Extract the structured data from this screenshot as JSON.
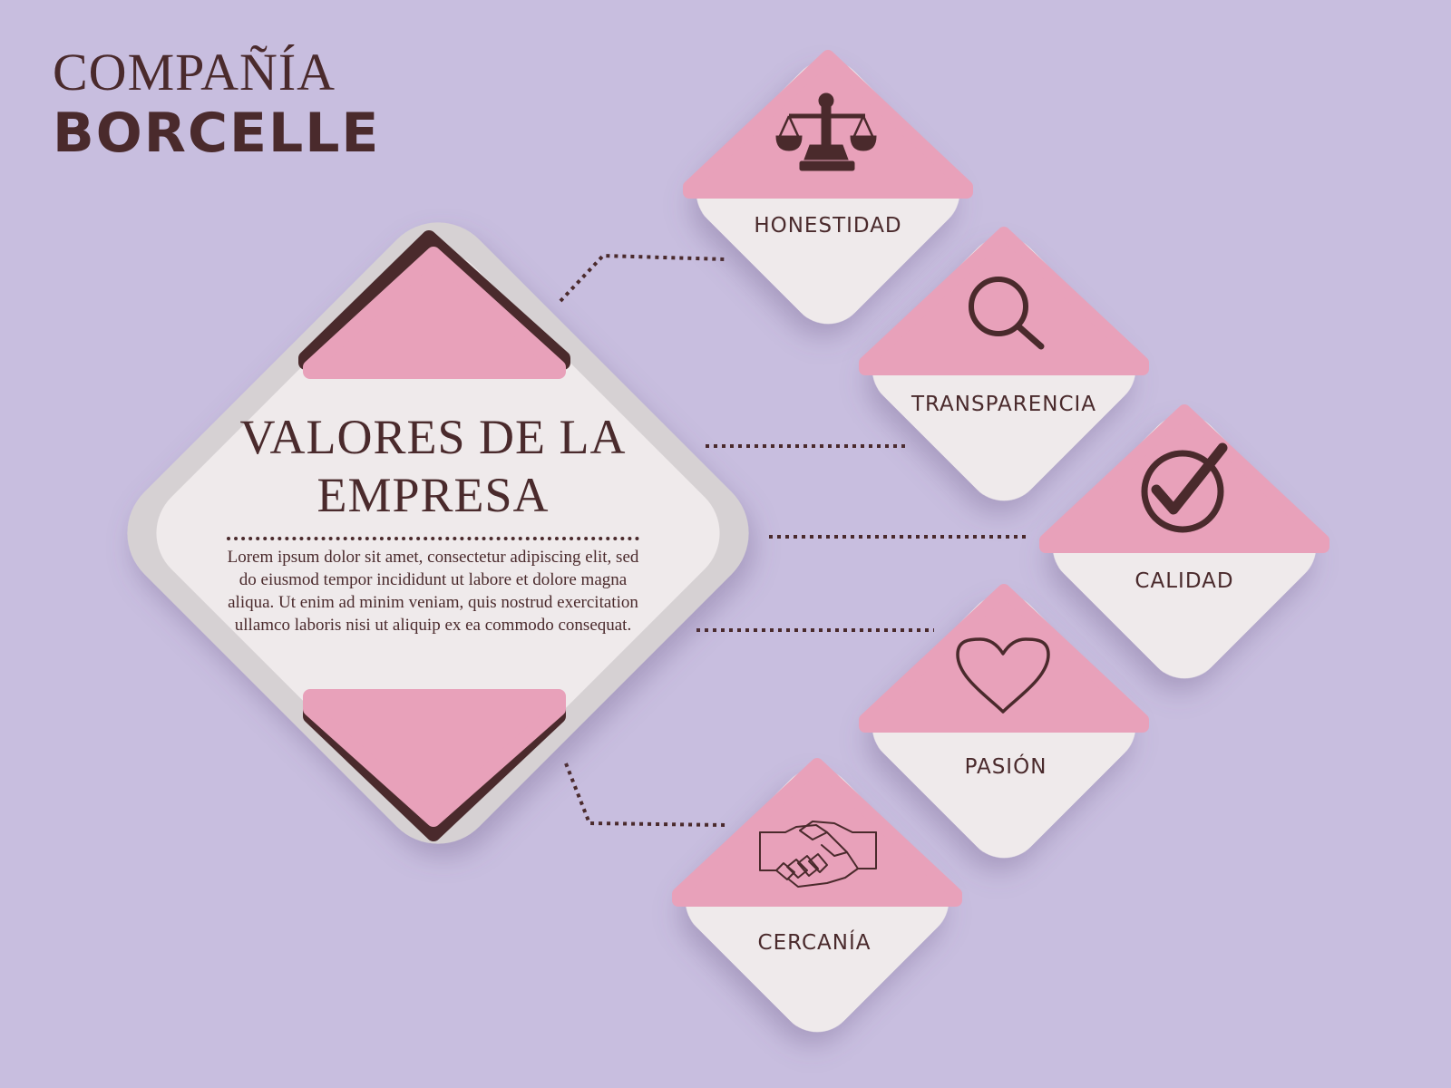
{
  "brand": {
    "line1": "COMPAÑÍA",
    "line2": "BORCELLE"
  },
  "main": {
    "title_line1": "VALORES DE LA",
    "title_line2": "EMPRESA",
    "body": "Lorem ipsum dolor sit amet, consectetur adipiscing elit, sed do eiusmod tempor incididunt ut labore et dolore magna aliqua. Ut enim ad minim veniam, quis nostrud exercitation ullamco laboris nisi ut aliquip ex ea commodo consequat."
  },
  "values": [
    {
      "label": "HONESTIDAD",
      "icon": "scale-icon"
    },
    {
      "label": "TRANSPARENCIA",
      "icon": "magnifier-icon"
    },
    {
      "label": "CALIDAD",
      "icon": "check-circle-icon"
    },
    {
      "label": "PASIÓN",
      "icon": "heart-icon"
    },
    {
      "label": "CERCANÍA",
      "icon": "handshake-icon"
    }
  ],
  "colors": {
    "background": "#c8bedf",
    "card": "#efeaeb",
    "card_border": "#d6d1d3",
    "accent_pink": "#e8a1ba",
    "dark_brown": "#4a2a2c"
  }
}
